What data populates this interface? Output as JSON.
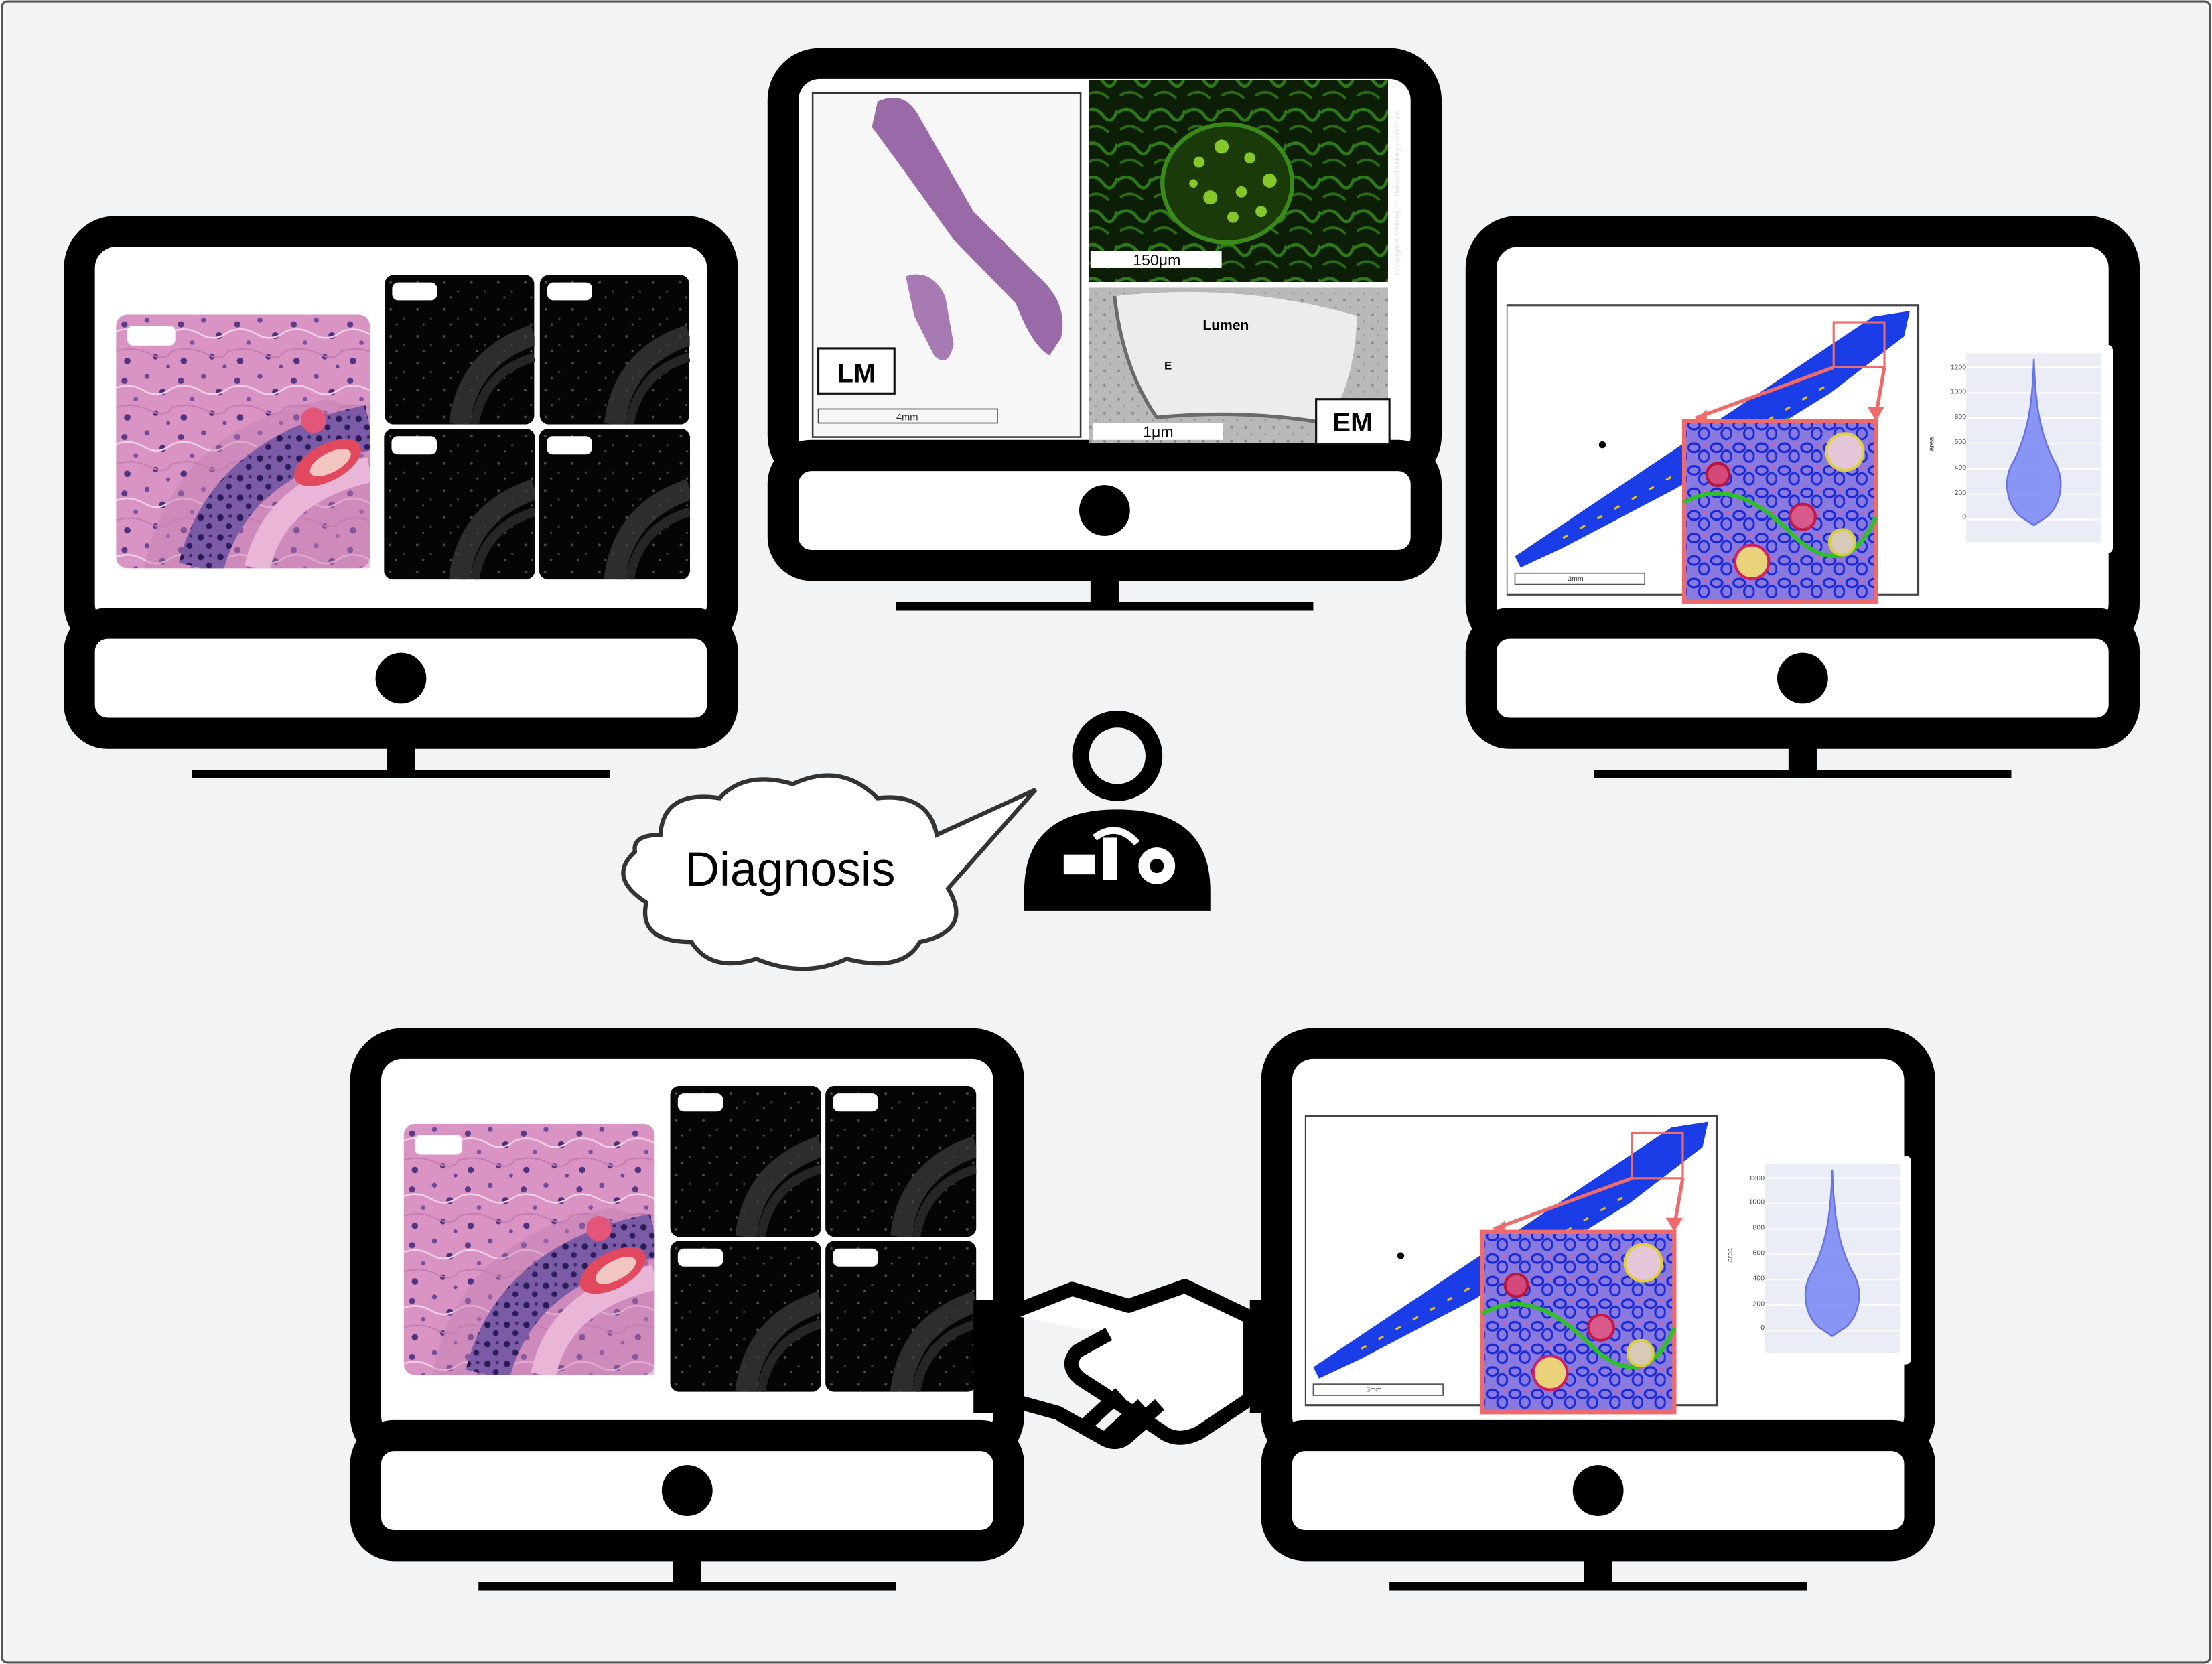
{
  "colors": {
    "background": "#f2f3f4",
    "frame": "#000000",
    "he_pink": "#d58fc0",
    "he_purple": "#3a2a6a",
    "if_green": "#3ea020",
    "segmentation_blue": "#1a3de8",
    "highlight_red": "#ef6b6b",
    "violin_fill": "#7f8cf4"
  },
  "bubble": {
    "text": "Diagnosis"
  },
  "center_monitor": {
    "lm_label": "LM",
    "lm_scale": "4mm",
    "if_scale": "150μm",
    "copyright": "Copyright © 1998 by the National Kidney Foundation",
    "em_label": "EM",
    "em_lumen": "Lumen",
    "em_marker": "E",
    "em_scale": "1μm"
  },
  "right_monitor": {
    "scale": "3mm",
    "violin_axis_label": "area",
    "violin_ticks": [
      "1200",
      "1000",
      "800",
      "600",
      "400",
      "200",
      "0"
    ]
  },
  "bottom_right_monitor": {
    "scale": "3mm",
    "violin_axis_label": "area",
    "violin_ticks": [
      "1200",
      "1000",
      "800",
      "600",
      "400",
      "200",
      "0"
    ]
  },
  "icons": [
    "monitor-icon",
    "pathologist-icon",
    "speech-bubble-icon",
    "handshake-icon"
  ]
}
